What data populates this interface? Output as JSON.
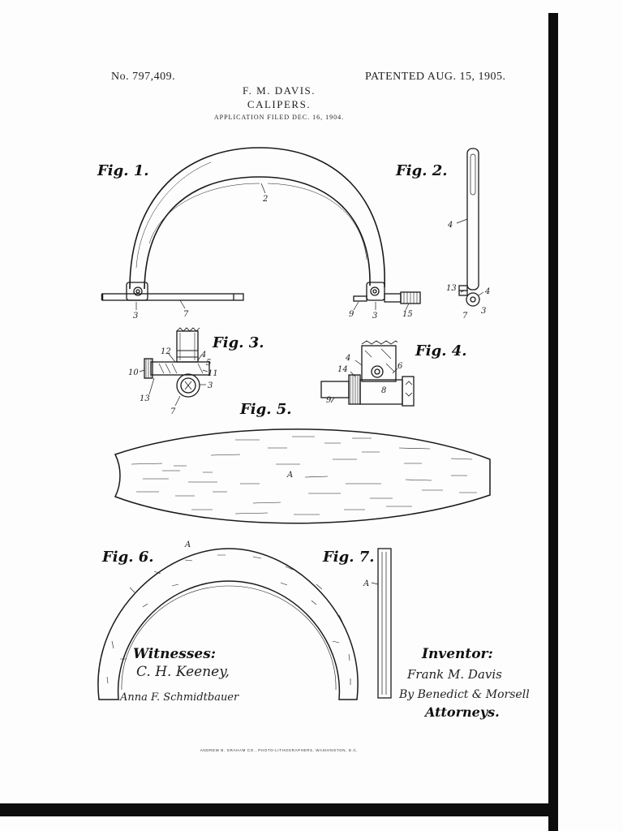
{
  "header": {
    "patent_number": "No. 797,409.",
    "patent_date": "PATENTED AUG. 15, 1905.",
    "inventor": "F. M. DAVIS.",
    "title": "CALIPERS.",
    "application": "APPLICATION FILED DEC. 16, 1904."
  },
  "figures": {
    "fig1": "Fig. 1.",
    "fig2": "Fig. 2.",
    "fig3": "Fig. 3.",
    "fig4": "Fig. 4.",
    "fig5": "Fig. 5.",
    "fig6": "Fig. 6.",
    "fig7": "Fig. 7."
  },
  "reference_numerals": {
    "fig1": [
      "2",
      "3",
      "7",
      "9",
      "3",
      "15"
    ],
    "fig2": [
      "4",
      "13",
      "4",
      "7",
      "3"
    ],
    "fig3": [
      "12",
      "4",
      "5",
      "10",
      "11",
      "13",
      "3",
      "7"
    ],
    "fig4": [
      "4",
      "14",
      "6",
      "8",
      "9"
    ],
    "fig5": [
      "A"
    ],
    "fig6": [
      "A"
    ],
    "fig7": [
      "A"
    ]
  },
  "signatures": {
    "witnesses_label": "Witnesses:",
    "witness_1": "C. H. Keeney,",
    "witness_2": "Anna F. Schmidtbauer",
    "inventor_label": "Inventor:",
    "inventor_signature": "Frank M. Davis",
    "attorney_signature": "By Benedict & Morsell",
    "attorneys_label": "Attorneys."
  },
  "footer": {
    "printer_credit": "ANDREW B. GRAHAM CO., PHOTO-LITHOGRAPHERS, WASHINGTON, D.C."
  }
}
